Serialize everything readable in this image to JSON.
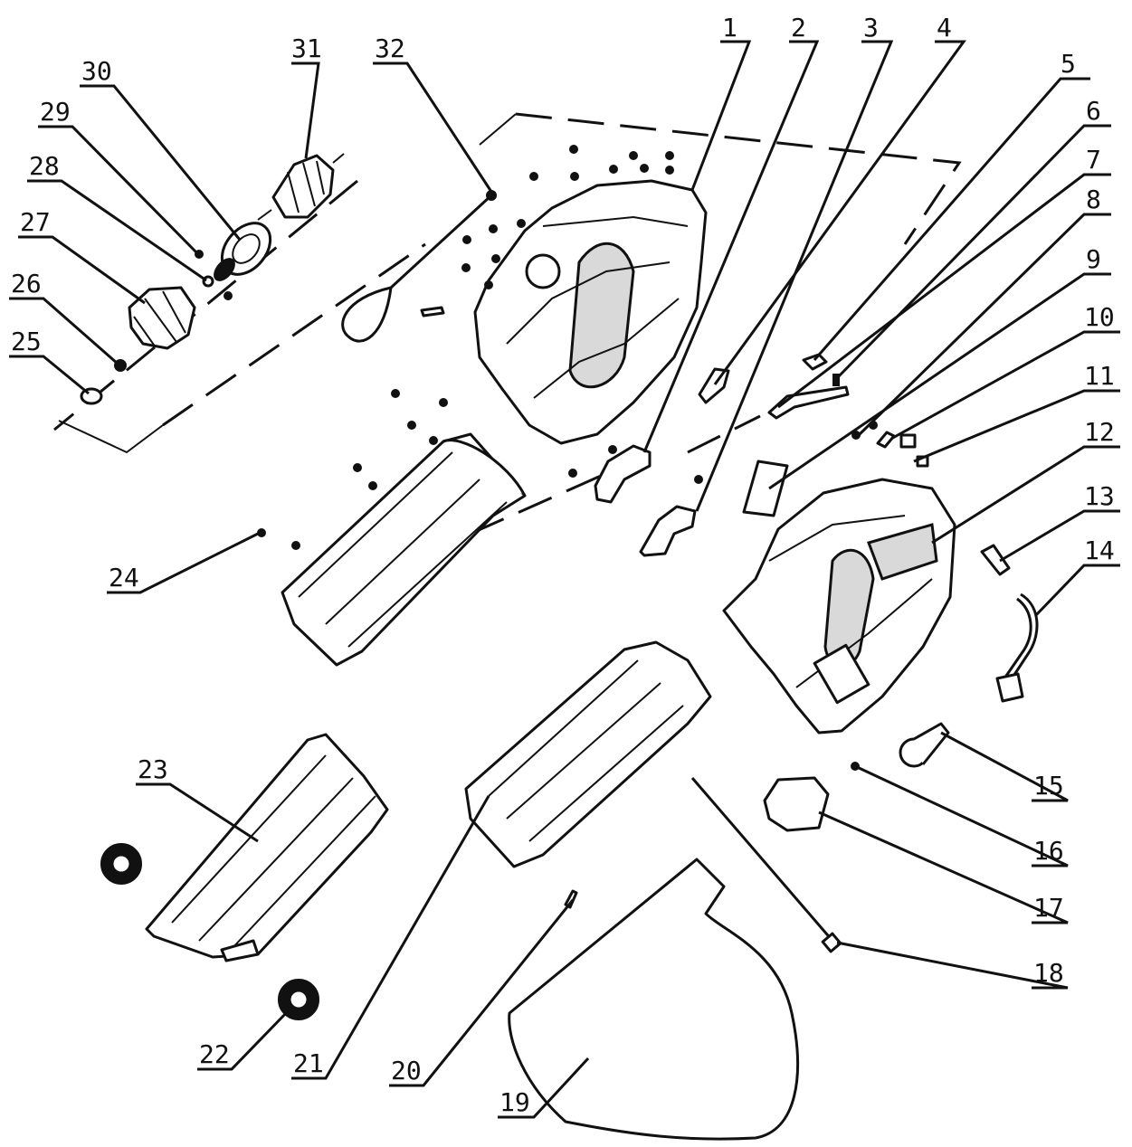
{
  "colors": {
    "ink": "#111111",
    "paper": "#ffffff",
    "shade": "#d9d9d9"
  },
  "callouts": [
    {
      "n": "1"
    },
    {
      "n": "2"
    },
    {
      "n": "3"
    },
    {
      "n": "4"
    },
    {
      "n": "5"
    },
    {
      "n": "6"
    },
    {
      "n": "7"
    },
    {
      "n": "8"
    },
    {
      "n": "9"
    },
    {
      "n": "10"
    },
    {
      "n": "11"
    },
    {
      "n": "12"
    },
    {
      "n": "13"
    },
    {
      "n": "14"
    },
    {
      "n": "15"
    },
    {
      "n": "16"
    },
    {
      "n": "17"
    },
    {
      "n": "18"
    },
    {
      "n": "19"
    },
    {
      "n": "20"
    },
    {
      "n": "21"
    },
    {
      "n": "22"
    },
    {
      "n": "23"
    },
    {
      "n": "24"
    },
    {
      "n": "25"
    },
    {
      "n": "26"
    },
    {
      "n": "27"
    },
    {
      "n": "28"
    },
    {
      "n": "29"
    },
    {
      "n": "30"
    },
    {
      "n": "31"
    },
    {
      "n": "32"
    }
  ]
}
